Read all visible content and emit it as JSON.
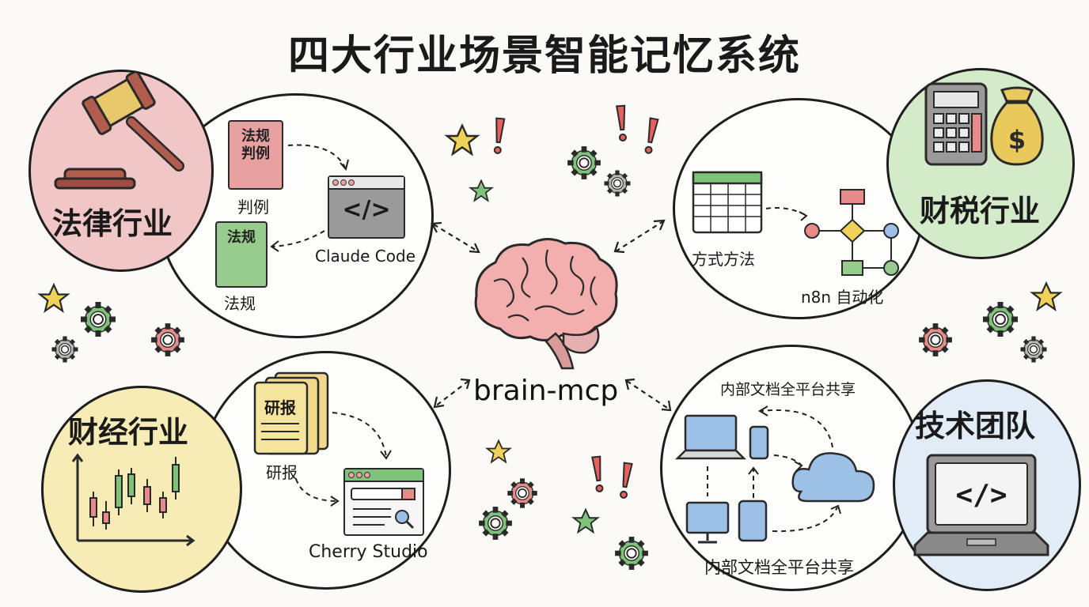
{
  "title": "四大行业场景智能记忆系统",
  "hub": {
    "label": "brain-mcp"
  },
  "legal": {
    "industry_label": "法律行业",
    "book1_cover": "法规\n判例",
    "book1_caption": "判例",
    "book2_cover": "法规",
    "book2_caption": "法规",
    "tool_label": "Claude Code",
    "color": "#e79a9a"
  },
  "finance_tax": {
    "industry_label": "财税行业",
    "sheet_caption": "方式方法",
    "tool_label": "n8n 自动化",
    "color": "#a9d59a"
  },
  "finance_econ": {
    "industry_label": "财经行业",
    "folder_cover": "研报",
    "folder_caption": "研报",
    "tool_label": "Cherry Studio",
    "color": "#f3e08c"
  },
  "tech": {
    "industry_label": "技术团队",
    "top_caption": "内部文档全平台共享",
    "bottom_caption": "内部文档全平台共享",
    "color": "#b9d2ea"
  },
  "icons": [
    "gavel-icon",
    "calculator-icon",
    "money-bag-icon",
    "candlestick-chart-icon",
    "laptop-code-icon",
    "brain-icon",
    "gear-icon",
    "star-icon",
    "exclamation-icon",
    "cloud-icon"
  ]
}
